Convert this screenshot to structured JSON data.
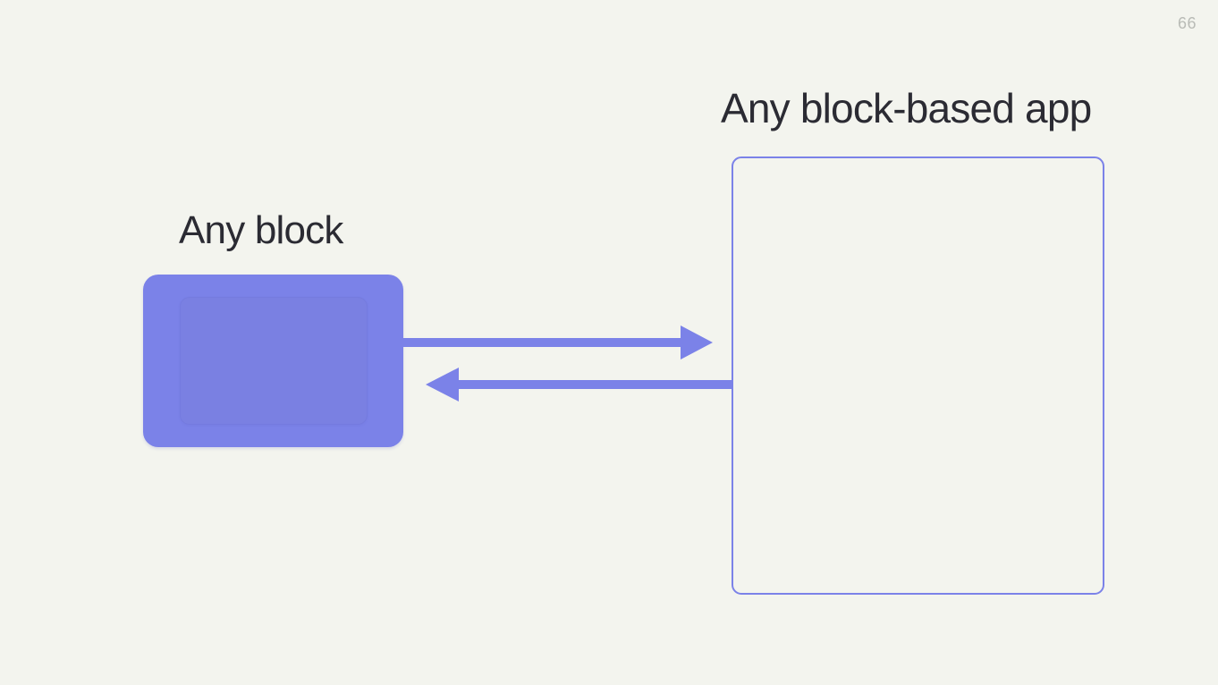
{
  "slide": {
    "page_number": "66",
    "background_color": "#f3f4ee",
    "accent_color": "#7b82e8",
    "text_color": "#2b2b33",
    "page_number_color": "#b9bbb6"
  },
  "labels": {
    "left": "Any block",
    "right": "Any block-based app"
  },
  "shapes": {
    "left_block": {
      "name": "filled-rounded-rectangle",
      "fill": "#7b82e8",
      "inner_fill": "#7a80e2"
    },
    "right_block": {
      "name": "outlined-rounded-rectangle",
      "stroke": "#7b82e8",
      "fill": "none"
    }
  },
  "arrows": [
    {
      "name": "arrow-block-to-app",
      "direction": "right",
      "color": "#7b82e8",
      "from": "Any block",
      "to": "Any block-based app"
    },
    {
      "name": "arrow-app-to-block",
      "direction": "left",
      "color": "#7b82e8",
      "from": "Any block-based app",
      "to": "Any block"
    }
  ]
}
